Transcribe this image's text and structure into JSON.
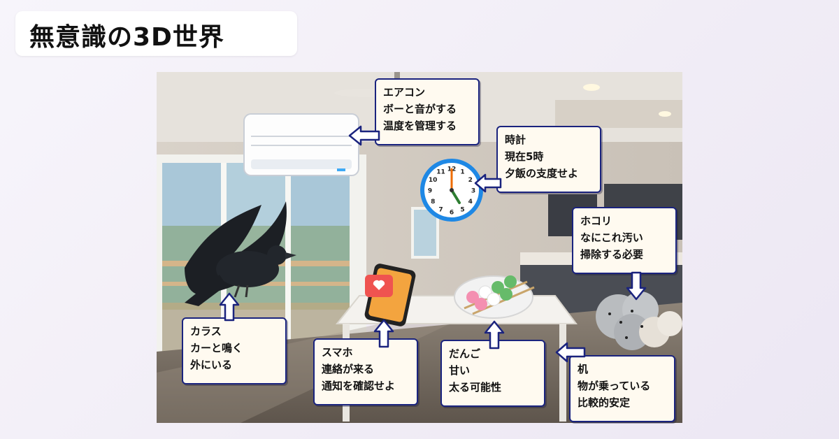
{
  "title": "無意識の3D世界",
  "labels": {
    "aircon": {
      "lines": [
        "エアコン",
        "ボーと音がする",
        "温度を管理する"
      ]
    },
    "clock": {
      "lines": [
        "時計",
        "現在5時",
        "夕飯の支度せよ"
      ]
    },
    "dust": {
      "lines": [
        "ホコリ",
        "なにこれ汚い",
        "掃除する必要"
      ]
    },
    "crow": {
      "lines": [
        "カラス",
        "カーと鳴く",
        "外にいる"
      ]
    },
    "phone": {
      "lines": [
        "スマホ",
        "連絡が来る",
        "通知を確認せよ"
      ]
    },
    "dango": {
      "lines": [
        "だんご",
        "甘い",
        "太る可能性"
      ]
    },
    "desk": {
      "lines": [
        "机",
        "物が乗っている",
        "比較的安定"
      ]
    }
  },
  "clock_numbers": [
    "12",
    "1",
    "2",
    "3",
    "4",
    "5",
    "6",
    "7",
    "8",
    "9",
    "10",
    "11"
  ],
  "colors": {
    "label_border": "#1a237e",
    "label_bg": "#fffaf0",
    "arrow": "#1a237e",
    "clock_ring": "#1e88e5"
  }
}
